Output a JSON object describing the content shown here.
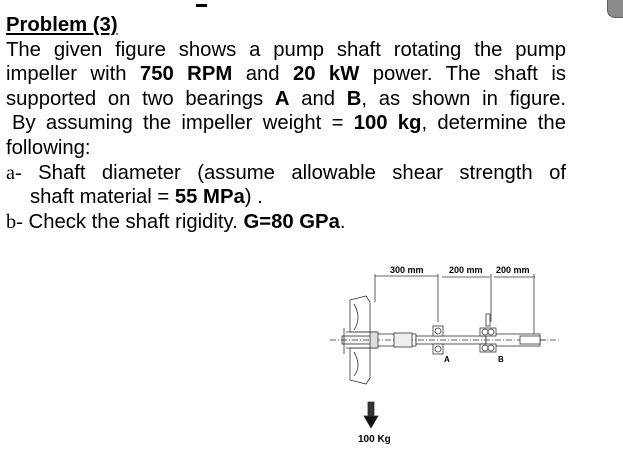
{
  "problem": {
    "heading": "Problem (3)",
    "intro": {
      "l1": "The given figure shows a pump shaft rotating the pump",
      "l2a": "impeller with ",
      "rpm": "750 RPM",
      "l2b": " and ",
      "kw": "20 kW",
      "l2c": " power. The shaft is",
      "l3a": "supported on two bearings ",
      "bearing_a": "A",
      "l3b": " and ",
      "bearing_b": "B",
      "l3c": ", as shown in figure.",
      "l4a": "By assuming the impeller weight = ",
      "weight": "100 kg",
      "l4b": ", determine the",
      "l5": "following:"
    },
    "items": {
      "a_letter": "a-",
      "a_text1": " Shaft diameter (assume allowable shear strength of",
      "a_text2a": "shaft material = ",
      "a_value": "55 MPa",
      "a_text2b": ") .",
      "b_letter": "b-",
      "b_text": " Check the shaft rigidity. ",
      "b_value": "G=80 GPa",
      "b_end": "."
    }
  },
  "figure": {
    "dim_1": "300 mm",
    "dim_2": "200 mm",
    "dim_3": "200 mm",
    "label_a": "A",
    "label_b": "B",
    "load": "100 Kg"
  },
  "colors": {
    "text": "#000000",
    "drawing": "#333333",
    "corner_widget": "#8a8a8a"
  }
}
